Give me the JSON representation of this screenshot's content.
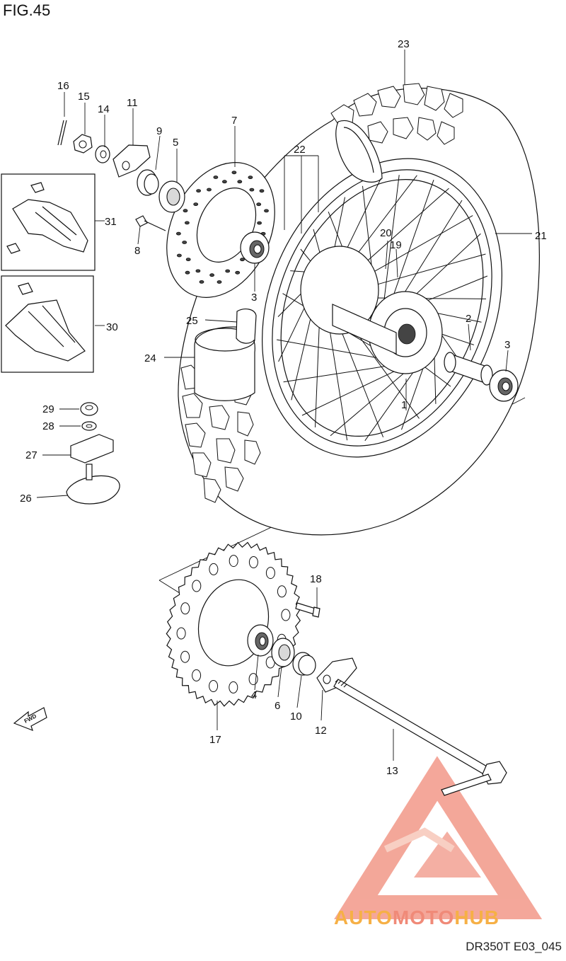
{
  "figure": {
    "title": "FIG.45",
    "code": "DR350T E03_045"
  },
  "direction_arrow": {
    "label": "FWD"
  },
  "watermark": {
    "brand_part1": "AUTO",
    "brand_part2": "MOTO",
    "brand_part3": "HUB",
    "color_primary": "#f08a78",
    "color_secondary": "#f6b046"
  },
  "callouts": [
    {
      "id": "1",
      "label": "1"
    },
    {
      "id": "2",
      "label": "2"
    },
    {
      "id": "3a",
      "label": "3"
    },
    {
      "id": "3b",
      "label": "3"
    },
    {
      "id": "4",
      "label": "4"
    },
    {
      "id": "5",
      "label": "5"
    },
    {
      "id": "6",
      "label": "6"
    },
    {
      "id": "7",
      "label": "7"
    },
    {
      "id": "8",
      "label": "8"
    },
    {
      "id": "9",
      "label": "9"
    },
    {
      "id": "10",
      "label": "10"
    },
    {
      "id": "11",
      "label": "11"
    },
    {
      "id": "12",
      "label": "12"
    },
    {
      "id": "13",
      "label": "13"
    },
    {
      "id": "14",
      "label": "14"
    },
    {
      "id": "15",
      "label": "15"
    },
    {
      "id": "16",
      "label": "16"
    },
    {
      "id": "17",
      "label": "17"
    },
    {
      "id": "18",
      "label": "18"
    },
    {
      "id": "19",
      "label": "19"
    },
    {
      "id": "20",
      "label": "20"
    },
    {
      "id": "21",
      "label": "21"
    },
    {
      "id": "22",
      "label": "22"
    },
    {
      "id": "23",
      "label": "23"
    },
    {
      "id": "24",
      "label": "24"
    },
    {
      "id": "25",
      "label": "25"
    },
    {
      "id": "26",
      "label": "26"
    },
    {
      "id": "27",
      "label": "27"
    },
    {
      "id": "28",
      "label": "28"
    },
    {
      "id": "29",
      "label": "29"
    },
    {
      "id": "30",
      "label": "30"
    },
    {
      "id": "31",
      "label": "31"
    }
  ]
}
